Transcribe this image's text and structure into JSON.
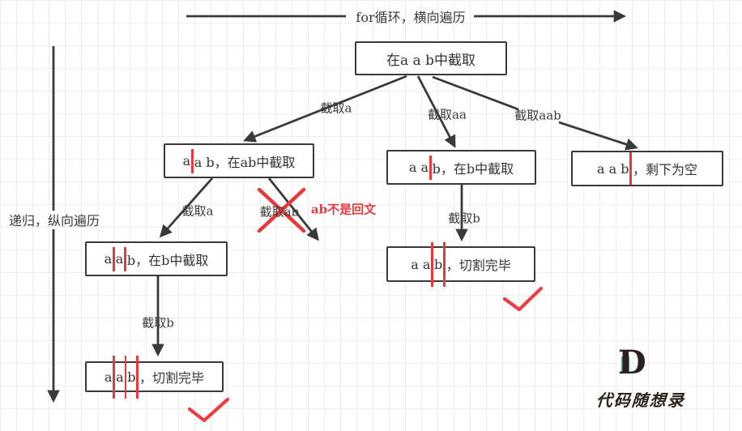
{
  "colors": {
    "ink": "#3a3a3a",
    "red": "#e8383c",
    "teal": "#4fa8a6",
    "grid_line": "#ededed",
    "background": "#ffffff"
  },
  "axes": {
    "horizontal": "for循环，横向遍历",
    "vertical": "递归，纵向遍历"
  },
  "nodes": {
    "root": {
      "parts": [
        "在a a b中截取"
      ]
    },
    "n1": {
      "parts": [
        "a",
        "a b，在ab中截取"
      ]
    },
    "n2": {
      "parts": [
        "a a",
        "b，在b中截取"
      ]
    },
    "n3": {
      "parts": [
        "a a b",
        "，剩下为空"
      ]
    },
    "n4": {
      "parts": [
        "a",
        "a",
        "b，在b中截取"
      ]
    },
    "n5": {
      "parts": [
        "a",
        "a",
        "b",
        "，切割完毕"
      ]
    },
    "n6": {
      "parts": [
        "a a",
        "b",
        "，切割完毕"
      ]
    }
  },
  "edge_labels": {
    "root_n1": "截取a",
    "root_n2": "截取aa",
    "root_n3": "截取aab",
    "n1_n4": "截取a",
    "n1_rejected": "截取ab",
    "n4_n5": "截取b",
    "n2_n6": "截取b"
  },
  "rejection_note": "ab不是回文",
  "watermark": {
    "logo_letter": "D",
    "text": "代码随想录"
  }
}
